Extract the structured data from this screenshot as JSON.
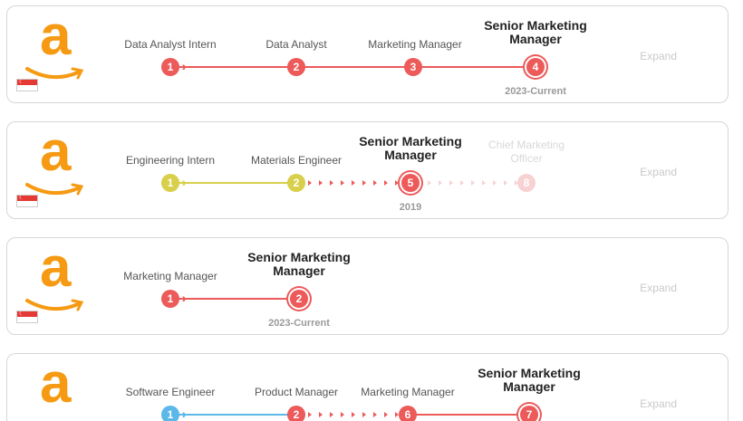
{
  "colors": {
    "red": "#ec5a5a",
    "yellow": "#d8cf4a",
    "blue": "#5bb8e8",
    "faded_red": "#f8d2d2"
  },
  "expand_label": "Expand",
  "cards": [
    {
      "flag": "singapore-flag",
      "roles": [
        {
          "title": "Data Analyst Intern",
          "num": "1"
        },
        {
          "title": "Data Analyst",
          "num": "2"
        },
        {
          "title": "Marketing Manager",
          "num": "3"
        },
        {
          "title": "Senior Marketing Manager",
          "num": "4",
          "date": "2023-Current"
        }
      ]
    },
    {
      "flag": "singapore-flag",
      "roles": [
        {
          "title": "Engineering Intern",
          "num": "1"
        },
        {
          "title": "Materials Engineer",
          "num": "2"
        },
        {
          "title": "Senior Marketing Manager",
          "num": "5",
          "date": "2019"
        },
        {
          "title": "Chief Marketing Officer",
          "num": "8"
        }
      ]
    },
    {
      "flag": "singapore-flag",
      "roles": [
        {
          "title": "Marketing Manager",
          "num": "1"
        },
        {
          "title": "Senior Marketing Manager",
          "num": "2",
          "date": "2023-Current"
        }
      ]
    },
    {
      "flag": "singapore-flag",
      "roles": [
        {
          "title": "Software Engineer",
          "num": "1"
        },
        {
          "title": "Product Manager",
          "num": "2"
        },
        {
          "title": "Marketing Manager",
          "num": "6"
        },
        {
          "title": "Senior Marketing Manager",
          "num": "7"
        }
      ]
    }
  ]
}
